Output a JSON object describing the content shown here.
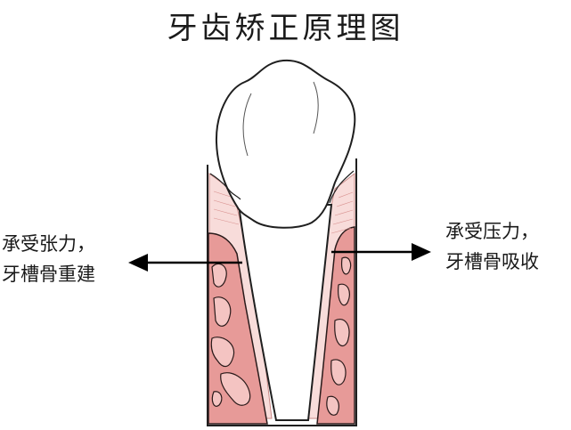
{
  "title": "牙齿矫正原理图",
  "left_label": {
    "line1": "承受张力，",
    "line2": "牙槽骨重建"
  },
  "right_label": {
    "line1": "承受压力，",
    "line2": "牙槽骨吸收"
  },
  "colors": {
    "bone": "#e79a98",
    "bone_marrow_outline": "#3a1a1a",
    "ligament": "#f6d3d1",
    "outline": "#1f1f1f",
    "arrow": "#000000"
  },
  "icons": [
    "tooth-crown-icon",
    "left-arrow-icon",
    "right-arrow-icon"
  ]
}
